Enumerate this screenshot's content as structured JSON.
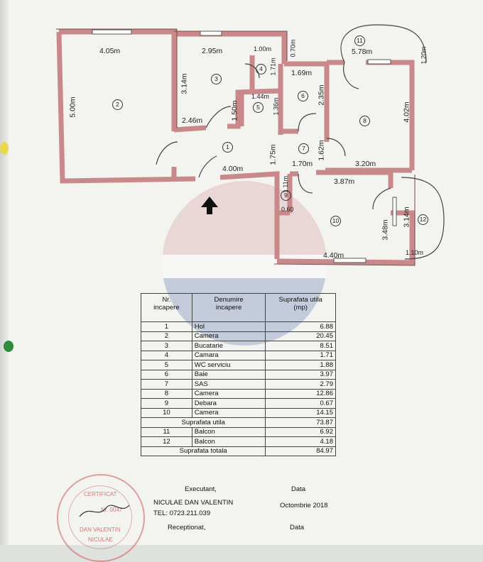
{
  "plan": {
    "dimensions": {
      "room2_width": "4.05m",
      "room2_height": "5.00m",
      "room3_width": "2.95m",
      "room3_height": "3.14m",
      "room3_sub": "2.46m",
      "room3_door": "1.50m",
      "room4_width": "1.00m",
      "room4_height": "1.71m",
      "gap": "0.70m",
      "room5_width": "1.44m",
      "room5_height": "1.36m",
      "room6_width": "1.69m",
      "room6_height": "2.35m",
      "balcony11_width": "5.78m",
      "balcony11_height": "1.20m",
      "room8_height": "4.02m",
      "room8_width": "3.20m",
      "room1_width": "4.00m",
      "room1_height": "1.75m",
      "room7_width": "1.70m",
      "room7_height": "1.62m",
      "room9_height": "1.11m",
      "room9_width": "0.60",
      "room10_top": "3.87m",
      "room10_width": "4.40m",
      "room10_height": "3.48m",
      "balcony12_height": "3.14m",
      "balcony12_width": "1.10m"
    },
    "room_numbers": [
      "1",
      "2",
      "3",
      "4",
      "5",
      "6",
      "7",
      "8",
      "9",
      "10",
      "11",
      "12"
    ]
  },
  "table": {
    "header": {
      "nr": "Nr.\nincapere",
      "name": "Denumire\nincapere",
      "area": "Suprafata utila\n(mp)"
    },
    "rows": [
      {
        "nr": "1",
        "name": "Hol",
        "area": "6.88"
      },
      {
        "nr": "2",
        "name": "Camera",
        "area": "20.45"
      },
      {
        "nr": "3",
        "name": "Bucatarie",
        "area": "8.51"
      },
      {
        "nr": "4",
        "name": "Camara",
        "area": "1.71"
      },
      {
        "nr": "5",
        "name": "WC serviciu",
        "area": "1.88"
      },
      {
        "nr": "6",
        "name": "Baie",
        "area": "3.97"
      },
      {
        "nr": "7",
        "name": "SAS",
        "area": "2.79"
      },
      {
        "nr": "8",
        "name": "Camera",
        "area": "12.86"
      },
      {
        "nr": "9",
        "name": "Debara",
        "area": "0.67"
      },
      {
        "nr": "10",
        "name": "Camera",
        "area": "14.15"
      }
    ],
    "useful_label": "Suprafata utila",
    "useful_value": "73.87",
    "balconies": [
      {
        "nr": "11",
        "name": "Balcon",
        "area": "6.92"
      },
      {
        "nr": "12",
        "name": "Balcon",
        "area": "4.18"
      }
    ],
    "total_label": "Suprafata totala",
    "total_value": "84.97"
  },
  "footer": {
    "executant_label": "Executant,",
    "date_label": "Data",
    "executant_name": "NICULAE DAN VALENTIN",
    "phone": "TEL: 0723.211.039",
    "date_value": "Octombrie 2018",
    "received_label": "Receptionat,",
    "received_date_label": "Data"
  },
  "stamp": {
    "title": "CERTIFICAT",
    "line1": "DAN VALENTIN",
    "line2": "NICULAE",
    "code": "Nr. 0047"
  },
  "colors": {
    "wall": "#c9898a",
    "wall_border": "#7a4646",
    "paper": "#f3f3f0",
    "pin_yellow": "#e8d84a",
    "pin_green": "#2f8a3c"
  }
}
